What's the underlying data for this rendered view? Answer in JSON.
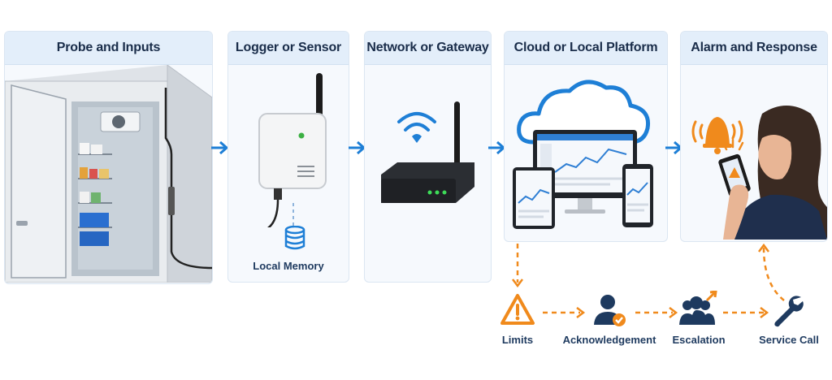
{
  "stages": [
    {
      "title": "Probe and Inputs"
    },
    {
      "title": "Logger or Sensor"
    },
    {
      "title": "Network or Gateway"
    },
    {
      "title": "Cloud or Local Platform"
    },
    {
      "title": "Alarm and Response"
    }
  ],
  "local_memory_label": "Local Memory",
  "response_steps": [
    {
      "label": "Limits",
      "icon": "warning-triangle-icon"
    },
    {
      "label": "Acknowledgement",
      "icon": "user-check-icon"
    },
    {
      "label": "Escalation",
      "icon": "escalation-group-icon"
    },
    {
      "label": "Service Call",
      "icon": "wrench-icon"
    }
  ],
  "colors": {
    "flow_arrow": "#1e7fd6",
    "alarm": "#f08a1c",
    "panel_header": "#e3eefa",
    "text": "#1a2d4a"
  }
}
